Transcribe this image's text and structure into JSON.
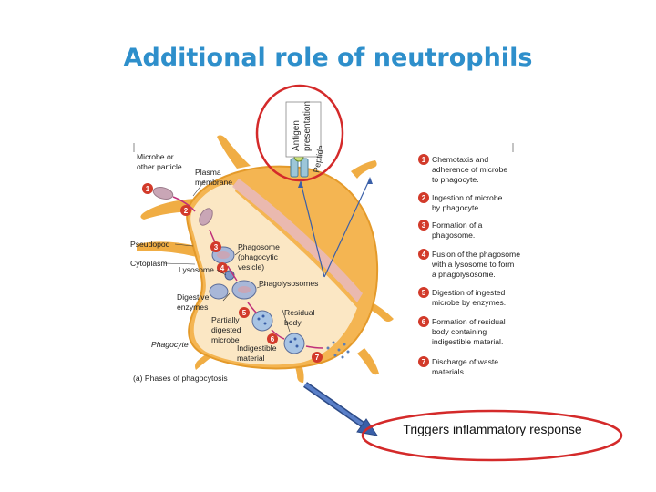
{
  "title": "Additional role of neutrophils",
  "antigen_tag": {
    "line1": "Antigen",
    "line2": "presentation",
    "peptide": "Peptide"
  },
  "labels": {
    "microbe": [
      "Microbe or",
      "other particle"
    ],
    "plasma_membrane": [
      "Plasma",
      "membrane"
    ],
    "pseudopod": "Pseudopod",
    "cytoplasm": "Cytoplasm",
    "phagosome": [
      "Phagosome",
      "(phagocytic",
      "vesicle)"
    ],
    "lysosome": "Lysosome",
    "phagolysosomes": "Phagolysosomes",
    "digestive_enzymes": [
      "Digestive",
      "enzymes"
    ],
    "residual_body": [
      "Residual",
      "body"
    ],
    "partially_digested": [
      "Partially",
      "digested",
      "microbe"
    ],
    "indigestible": [
      "Indigestible",
      "material"
    ],
    "phagocyte": "Phagocyte",
    "caption": "(a)  Phases of phagocytosis"
  },
  "steps": [
    {
      "num": "1",
      "lines": [
        "Chemotaxis and",
        "adherence of microbe",
        "to phagocyte."
      ]
    },
    {
      "num": "2",
      "lines": [
        "Ingestion of microbe",
        "by phagocyte."
      ]
    },
    {
      "num": "3",
      "lines": [
        "Formation of a",
        "phagosome."
      ]
    },
    {
      "num": "4",
      "lines": [
        "Fusion of the phagosome",
        "with a lysosome to form",
        "a phagolysosome."
      ]
    },
    {
      "num": "5",
      "lines": [
        "Digestion of ingested",
        "microbe by enzymes."
      ]
    },
    {
      "num": "6",
      "lines": [
        "Formation of residual",
        "body containing",
        "indigestible material."
      ]
    },
    {
      "num": "7",
      "lines": [
        "Discharge of waste",
        "materials."
      ]
    }
  ],
  "callout": "Triggers inflammatory response",
  "colors": {
    "title": "#2e8fcb",
    "highlight_circle": "#d42a2a",
    "arrow": "#3a5fa8",
    "cell": "#f4b552",
    "step_badge": "#d23a2a"
  }
}
